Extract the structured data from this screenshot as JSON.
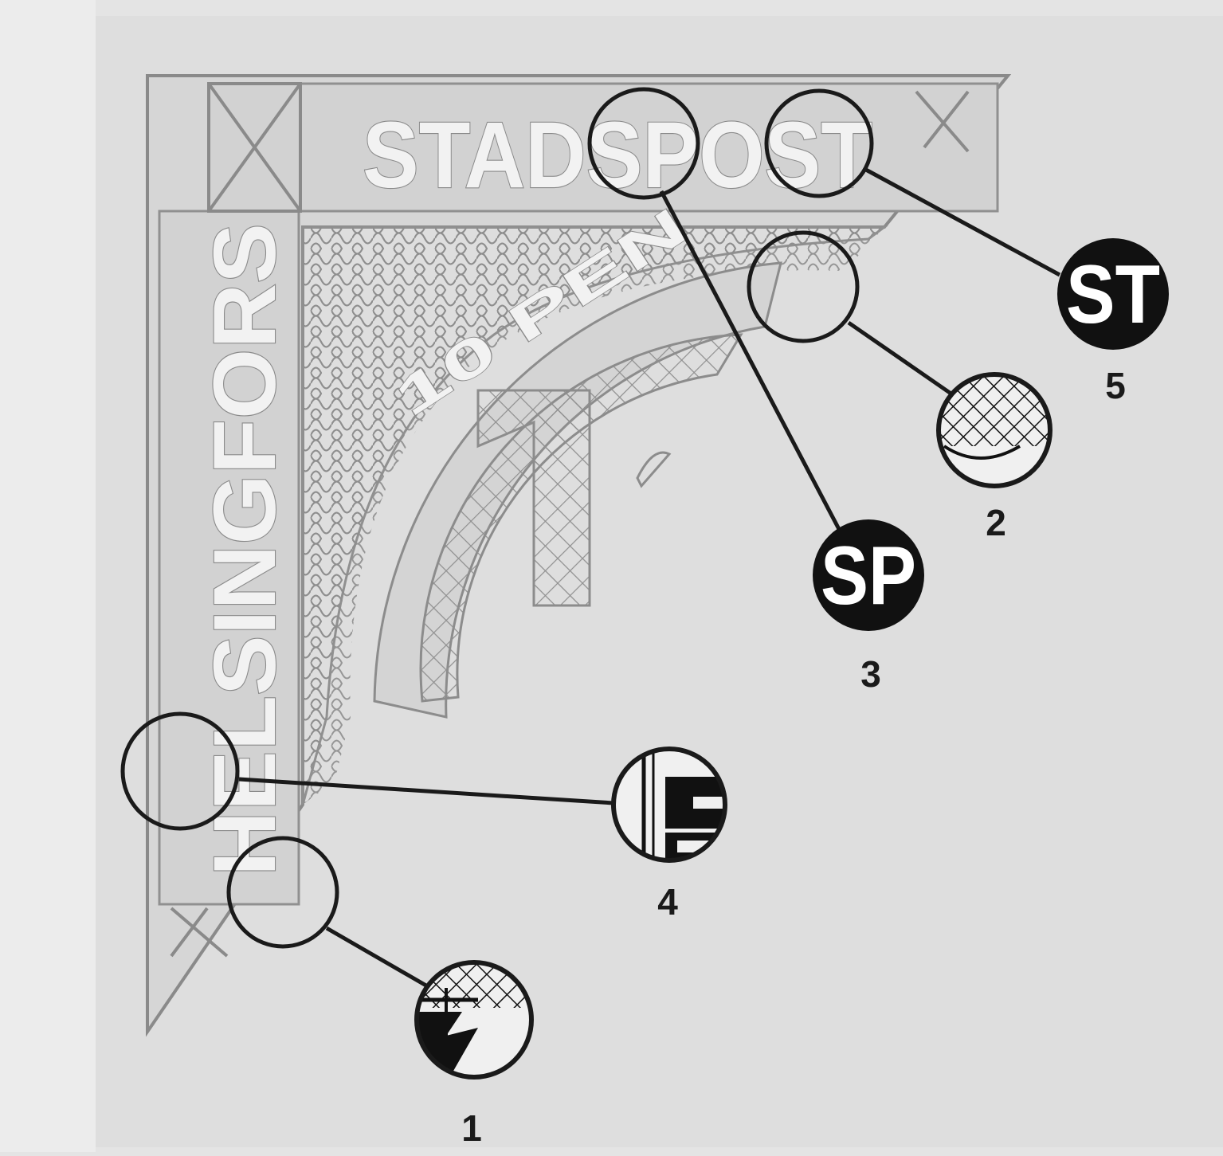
{
  "stamp": {
    "top_text": "STADSPOST",
    "left_text": "HELSINGFORS",
    "center_text": "10 PEN"
  },
  "callouts": [
    {
      "number": "1",
      "detail": "corner-detail"
    },
    {
      "number": "2",
      "detail": "network-detail"
    },
    {
      "number": "3",
      "detail_text": "SP"
    },
    {
      "number": "4",
      "detail": "letter-detail"
    },
    {
      "number": "5",
      "detail_text": "ST"
    }
  ],
  "colors": {
    "paper": "#e4e4e4",
    "stamp_fill": "#d9d9d9",
    "line": "#1a1a1a",
    "engraving": "#8a8a8a"
  }
}
